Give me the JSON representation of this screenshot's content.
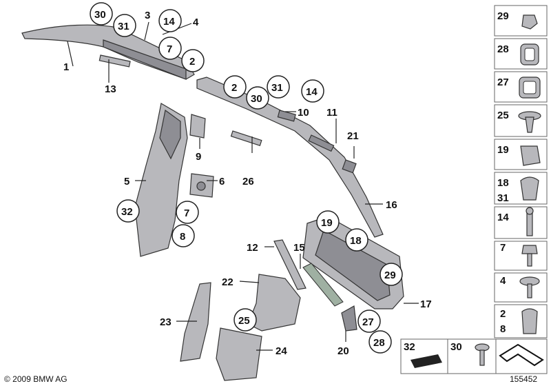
{
  "labels": {
    "l1": "1",
    "l2a": "2",
    "l2b": "2",
    "l3": "3",
    "l4": "4",
    "l5": "5",
    "l6": "6",
    "l7a": "7",
    "l7b": "7",
    "l8": "8",
    "l9": "9",
    "l10": "10",
    "l11": "11",
    "l12": "12",
    "l13": "13",
    "l14a": "14",
    "l14b": "14",
    "l15": "15",
    "l16": "16",
    "l17": "17",
    "l18": "18",
    "l19": "19",
    "l20": "20",
    "l21": "21",
    "l22": "22",
    "l23": "23",
    "l24": "24",
    "l25": "25",
    "l26": "26",
    "l27": "27",
    "l28": "28",
    "l29": "29",
    "l30a": "30",
    "l30b": "30",
    "l31a": "31",
    "l31b": "31",
    "l32": "32"
  },
  "side_panel": {
    "p29": "29",
    "p28": "28",
    "p27": "27",
    "p25": "25",
    "p19": "19",
    "p18": "18",
    "p31": "31",
    "p14": "14",
    "p7": "7",
    "p4": "4",
    "p2": "2",
    "p8": "8"
  },
  "bottom_panel": {
    "b32": "32",
    "b30": "30"
  },
  "copyright": "© 2009 BMW AG",
  "diagram_id": "155452"
}
